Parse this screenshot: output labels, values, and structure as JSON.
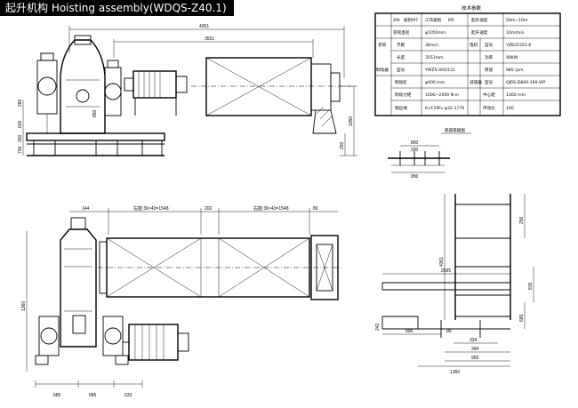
{
  "title": "起升机构 Hoisting assembly(WDQS-Z40.1)",
  "table": {
    "heading": "技术参数",
    "rows": [
      [
        "40t",
        "级别M7",
        "工作级别",
        "M5",
        "起升速度",
        "50m~10m"
      ],
      [
        "卷筒直径",
        "φ1050mm",
        "起升速度",
        "10m/min"
      ],
      [
        "卷筒",
        "节距",
        "36mm",
        "电机",
        "型号",
        "YZB315S1-6"
      ],
      [
        "长度",
        "3551mm",
        "功率",
        "90KW"
      ],
      [
        "制动器",
        "型号",
        "YWZ5-400/121",
        "转速",
        "985 rpm"
      ],
      [
        "制动轮",
        "φ400 mm",
        "减速器",
        "型号",
        "QJRS-D800-160-VIP"
      ],
      [
        "制动力矩",
        "1000~2000 N·m",
        "中心距",
        "1360 mm"
      ],
      [
        "钢丝绳",
        "6×F29Fc-φ32-1770",
        "传动比",
        "160"
      ]
    ]
  },
  "dimensions": {
    "top_view": {
      "overall_length": "4351",
      "drum_length": "3551",
      "h_280": "280",
      "h_600": "600",
      "h_330": "330",
      "h_700": "700",
      "h_1050": "1050",
      "h_250": "250",
      "h_850": "850"
    },
    "plan_view": {
      "d_144": "144",
      "groove_left": "左旋 36×43=1548",
      "d_202": "202",
      "groove_right": "右旋 36×43=1548",
      "d_80": "80",
      "d_1360": "1360",
      "d_685a": "685",
      "d_685b": "685",
      "d_633": "633"
    },
    "frame_view": {
      "title": "底座基础图",
      "d_800": "800",
      "d_200": "200",
      "d_950": "950",
      "d_4361": "4361",
      "d_256": "256",
      "d_815": "815",
      "d_2595": "2595",
      "d_685": "685",
      "d_896": "896",
      "d_80": "80",
      "d_242": "242",
      "d_334": "334",
      "d_394": "394",
      "d_950b": "950",
      "d_1360": "1360"
    }
  }
}
